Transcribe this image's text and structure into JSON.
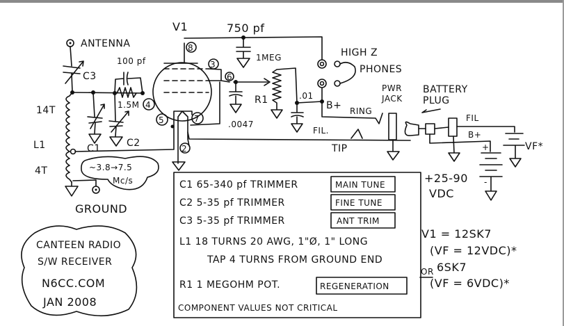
{
  "schematic": {
    "antenna": "ANTENNA",
    "ground": "GROUND",
    "tube": "V1",
    "cap_750": "750 pf",
    "cap_100": "100 pf",
    "res_grid": "1.5M",
    "c3": "C3",
    "c1": "C1",
    "c2": "C2",
    "coil_top": "14T",
    "coil": "L1",
    "coil_bottom": "4T",
    "freq_range_1": "~3.8→7.5",
    "freq_range_2": "Mc/s",
    "pin_8": "8",
    "pin_3": "3",
    "pin_6": "6",
    "pin_4": "4",
    "pin_5": "5",
    "pin_7": "7",
    "pin_2": "2",
    "pot_value": "1MEG",
    "pot": "R1",
    "cap_0047": ".0047",
    "cap_01": ".01",
    "b_plus": "B+",
    "ring": "RING",
    "fil": "FIL.",
    "tip": "TIP",
    "high_z": "HIGH Z",
    "phones": "PHONES",
    "pwr_jack_1": "PWR",
    "pwr_jack_2": "JACK",
    "battery_plug_1": "BATTERY",
    "battery_plug_2": "PLUG",
    "fil_right": "FIL",
    "b_plus_right": "B+",
    "vf": "VF*",
    "batt_plus": "+",
    "batt_minus": "-",
    "supply_1": "+25-90",
    "supply_2": "VDC"
  },
  "parts_list": {
    "rows": [
      {
        "text": "C1  65-340 pf TRIMMER",
        "tag": "MAIN TUNE"
      },
      {
        "text": "C2  5-35  pf TRIMMER",
        "tag": "FINE TUNE"
      },
      {
        "text": "C3  5-35  pf TRIMMER",
        "tag": "ANT TRIM"
      },
      {
        "text": "L1   18 TURNS 20 AWG, 1\"Ø, 1\" LONG",
        "tag": ""
      },
      {
        "text": "TAP 4 TURNS FROM GROUND END",
        "tag": ""
      },
      {
        "text": "R1  1 MEGOHM POT.",
        "tag": "REGENERATION"
      },
      {
        "text": "COMPONENT VALUES NOT CRITICAL",
        "tag": ""
      }
    ]
  },
  "title_block": {
    "line1": "CANTEEN RADIO",
    "line2": "S/W RECEIVER",
    "line3": "N6CC.COM",
    "line4": "JAN 2008"
  },
  "tube_notes": {
    "line1": "V1 = 12SK7",
    "line2": "(VF = 12VDC)*",
    "or": "OR",
    "line3": "6SK7",
    "line4": "(VF = 6VDC)*"
  }
}
